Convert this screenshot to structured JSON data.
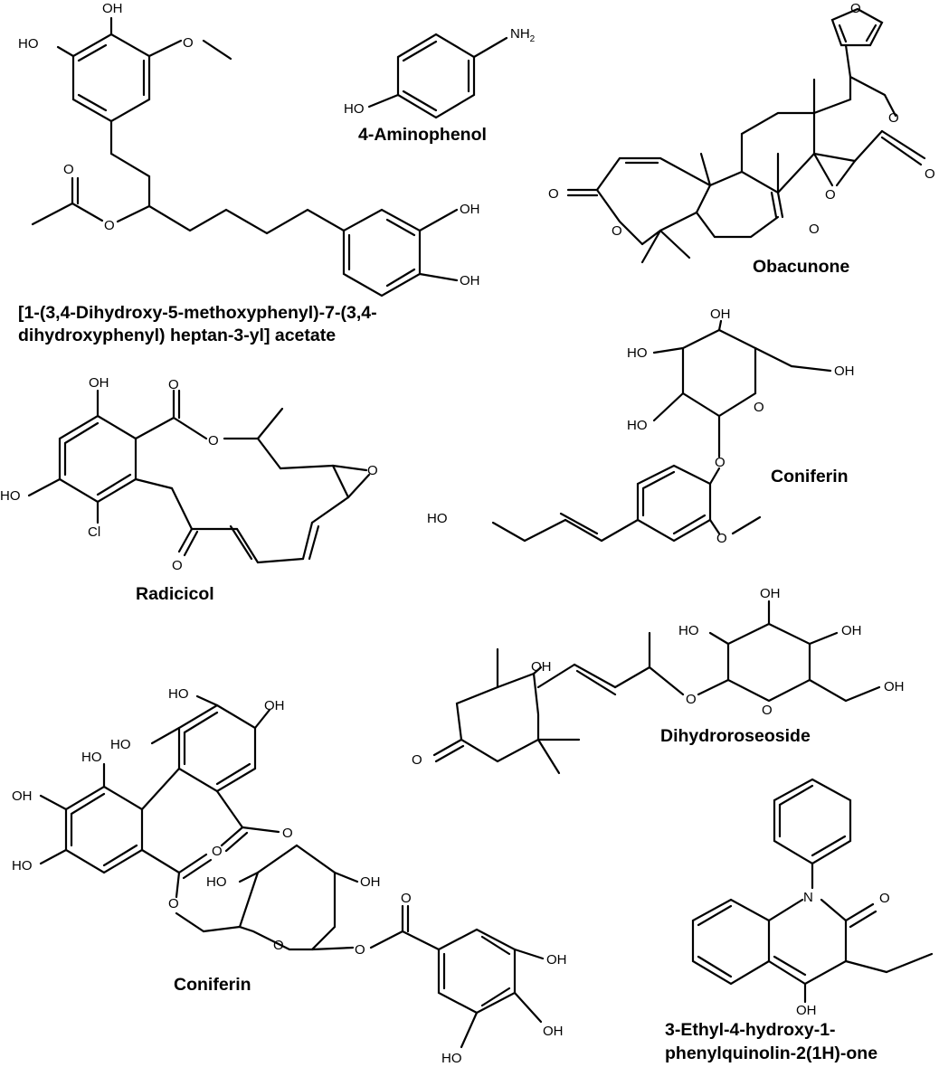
{
  "compounds": [
    {
      "id": "acetate",
      "name_lines": [
        "[1-(3,4-Dihydroxy-5-methoxyphenyl)-7-(3,4-",
        "dihydroxyphenyl) heptan-3-yl] acetate"
      ],
      "labels": [
        "OH",
        "HO",
        "O",
        "O",
        "O",
        "OH",
        "OH"
      ]
    },
    {
      "id": "aminophenol",
      "name_lines": [
        "4-Aminophenol"
      ],
      "labels": [
        "NH",
        "2",
        "HO"
      ]
    },
    {
      "id": "obacunone",
      "name_lines": [
        "Obacunone"
      ],
      "labels": [
        "O",
        "O",
        "O",
        "O",
        "O",
        "O",
        "O"
      ]
    },
    {
      "id": "coniferin-1",
      "name_lines": [
        "Coniferin"
      ],
      "labels": [
        "OH",
        "HO",
        "OH",
        "HO",
        "O",
        "O",
        "HO",
        "O"
      ]
    },
    {
      "id": "radicicol",
      "name_lines": [
        "Radicicol"
      ],
      "labels": [
        "OH",
        "O",
        "O",
        "O",
        "HO",
        "Cl",
        "O"
      ]
    },
    {
      "id": "dihydroroseoside",
      "name_lines": [
        "Dihydroroseoside"
      ],
      "labels": [
        "OH",
        "HO",
        "OH",
        "OH",
        "O",
        "O",
        "OH",
        "O"
      ]
    },
    {
      "id": "coniferin-2",
      "name_lines": [
        "Coniferin"
      ],
      "labels": [
        "HO",
        "OH",
        "HO",
        "HO",
        "OH",
        "HO",
        "O",
        "O",
        "O",
        "HO",
        "OH",
        "O",
        "O",
        "O",
        "OH",
        "OH",
        "HO"
      ]
    },
    {
      "id": "quinolinone",
      "name_lines": [
        "3-Ethyl-4-hydroxy-1-",
        "phenylquinolin-2(1H)-one"
      ],
      "labels": [
        "N",
        "O",
        "OH"
      ]
    }
  ]
}
